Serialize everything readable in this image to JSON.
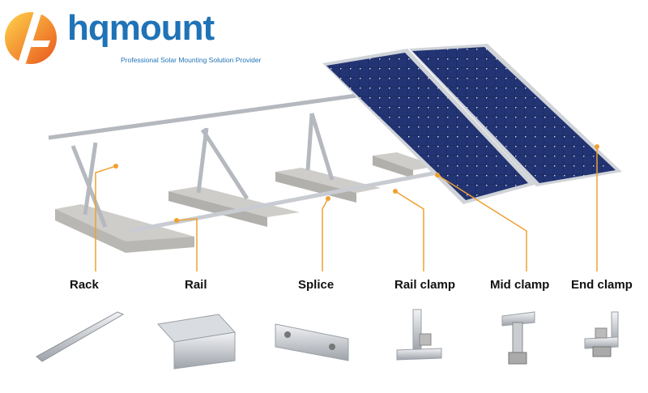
{
  "brand": {
    "name": "hqmount",
    "tagline": "Professional Solar Mounting Solution Provider"
  },
  "components": [
    {
      "label": "Rack"
    },
    {
      "label": "Rail"
    },
    {
      "label": "Splice"
    },
    {
      "label": "Rail clamp"
    },
    {
      "label": "Mid clamp"
    },
    {
      "label": "End clamp"
    }
  ],
  "colors": {
    "leader": "#f0a030",
    "brand_blue": "#1f73b7",
    "panel": "#1c2a5c"
  }
}
